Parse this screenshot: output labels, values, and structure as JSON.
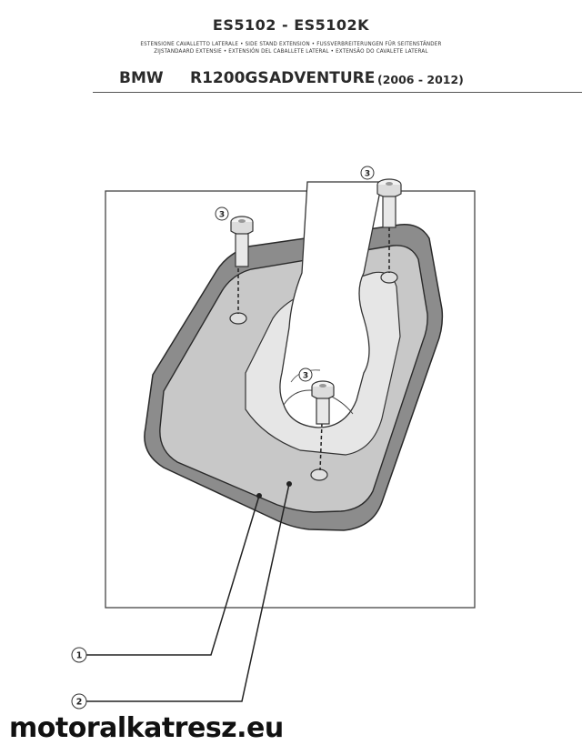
{
  "header": {
    "product_codes": "ES5102 - ES5102K",
    "descriptions": [
      "ESTENSIONE CAVALLETTO LATERALE • SIDE STAND EXTENSION • FUSSVERBREITERUNGEN FÜR SEITENSTÄNDER",
      "ZIJSTANDAARD EXTENSIE • EXTENSIÓN DEL CABALLETE LATERAL • EXTENSÃO DO CAVALETE LATERAL"
    ],
    "brand": "BMW",
    "model": "R1200GS",
    "variant": "ADVENTURE",
    "years": "(2006 - 2012)"
  },
  "diagram": {
    "part_callouts": [
      "1",
      "2"
    ],
    "screw_callouts": [
      "3",
      "3",
      "3"
    ]
  },
  "watermark": "motoralkatresz.eu"
}
